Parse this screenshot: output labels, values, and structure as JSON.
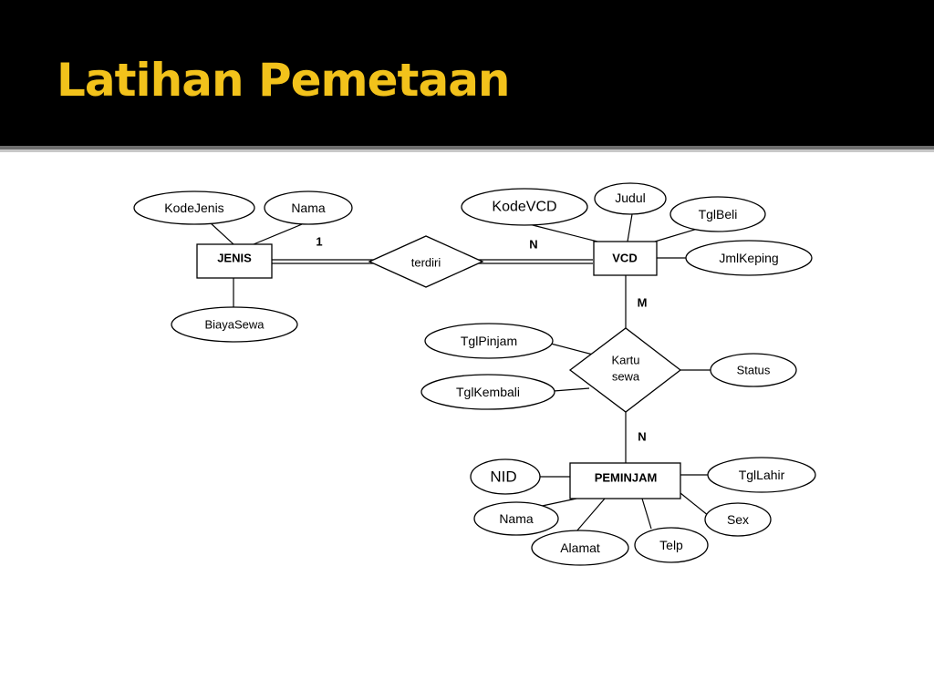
{
  "slide": {
    "title": "Latihan Pemetaan"
  },
  "colors": {
    "title_bar": "#000000",
    "title_text": "#f2c21b",
    "background": "#ffffff"
  },
  "diagram": {
    "entities": {
      "jenis": "JENIS",
      "vcd": "VCD",
      "peminjam": "PEMINJAM"
    },
    "relationships": {
      "terdiri": "terdiri",
      "kartu_sewa_line1": "Kartu",
      "kartu_sewa_line2": "sewa"
    },
    "attributes": {
      "jenis": [
        "KodeJenis",
        "Nama",
        "BiayaSewa"
      ],
      "vcd": [
        "KodeVCD",
        "Judul",
        "TglBeli",
        "JmlKeping"
      ],
      "kartu_sewa": [
        "TglPinjam",
        "TglKembali",
        "Status"
      ],
      "peminjam": [
        "NID",
        "Nama",
        "Alamat",
        "Telp",
        "Sex",
        "TglLahir"
      ]
    },
    "cardinalities": {
      "jenis_terdiri": "1",
      "terdiri_vcd": "N",
      "vcd_kartu": "M",
      "kartu_peminjam": "N"
    }
  }
}
